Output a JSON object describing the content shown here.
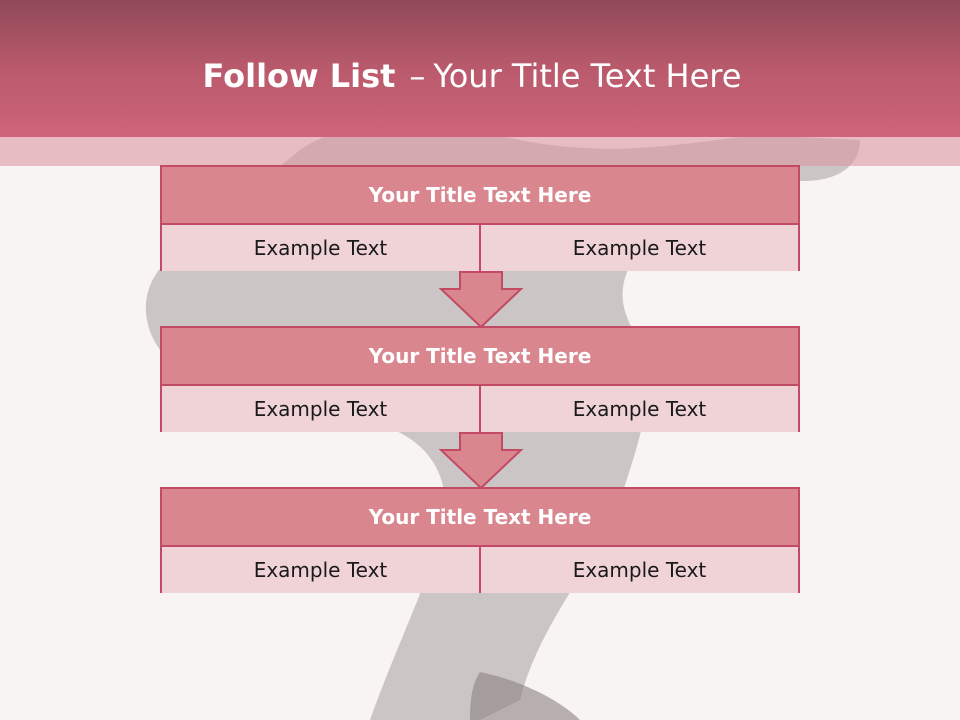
{
  "slide": {
    "title_bold": "Follow List",
    "title_dash": "–",
    "title_rest": "Your Title Text Here"
  },
  "blocks": [
    {
      "title": "Your Title Text Here",
      "left_text": "Example Text",
      "right_text": "Example Text"
    },
    {
      "title": "Your Title Text Here",
      "left_text": "Example Text",
      "right_text": "Example Text"
    },
    {
      "title": "Your Title Text Here",
      "left_text": "Example Text",
      "right_text": "Example Text"
    }
  ],
  "colors": {
    "header_gradient_top": "#8f4a58",
    "header_gradient_bottom": "#cf6478",
    "accent_border": "#c24a64",
    "block_title_fill": "#d9868f",
    "block_cell_fill": "#efd3d7",
    "background": "#f9f4f4"
  }
}
